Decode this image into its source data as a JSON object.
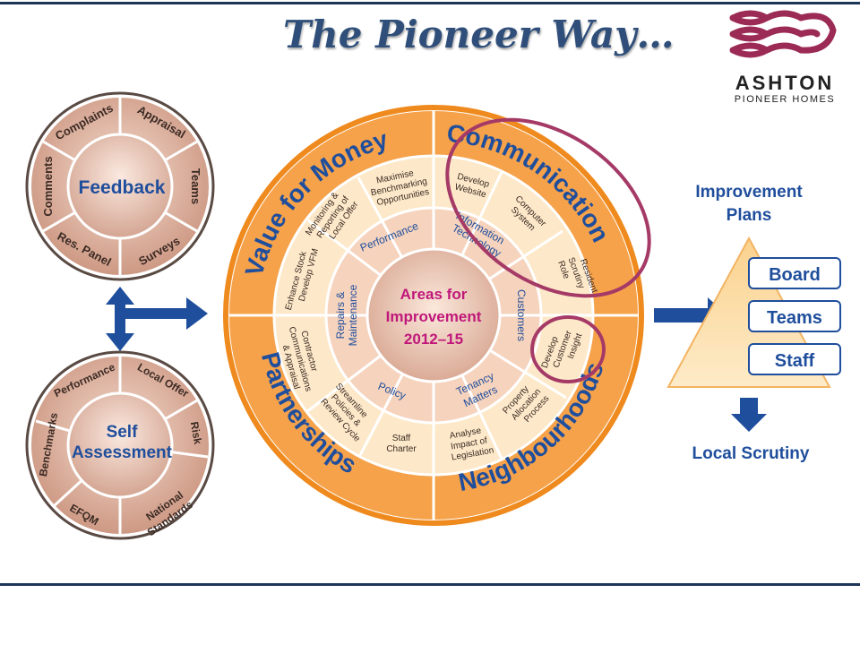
{
  "title": "The Pioneer Way…",
  "logo": {
    "name": "ASHTON",
    "sub": "PIONEER HOMES"
  },
  "feedback": {
    "center": "Feedback",
    "segments": [
      "Complaints",
      "Appraisal",
      "Teams",
      "Surveys",
      "Res. Panel",
      "Comments"
    ]
  },
  "self_assessment": {
    "center_line1": "Self",
    "center_line2": "Assessment",
    "segments": [
      "Performance",
      "Local Offer",
      "Risk",
      "National",
      "Standards",
      "EFQM",
      "Benchmarks"
    ]
  },
  "wheel": {
    "center": [
      "Areas for",
      "Improvement",
      "2012–15"
    ],
    "outer": {
      "value_for_money": "Value for Money",
      "communication": "Communication",
      "partnerships": "Partnerships",
      "neighbourhoods": "Neighbourhoods"
    },
    "inner": {
      "performance": "Performance",
      "it_1": "Information",
      "it_2": "Technology",
      "customers": "Customers",
      "tenancy_1": "Tenancy",
      "tenancy_2": "Matters",
      "policy": "Policy",
      "repairs_1": "Repairs &",
      "repairs_2": "Maintenance"
    },
    "middle": {
      "maximise": [
        "Maximise",
        "Benchmarking",
        "Opportunities"
      ],
      "monitoring": [
        "Monitoring &",
        "Reporting of",
        "Local Offer"
      ],
      "enhance": [
        "Enhance Stock",
        "Develop VFM"
      ],
      "contractor": [
        "Contractor",
        "Communications",
        "& Appraisal"
      ],
      "streamline": [
        "Streamline",
        "Policies &",
        "Review Cycle"
      ],
      "staff_charter": [
        "Staff",
        "Charter"
      ],
      "analyse": [
        "Analyse",
        "Impact of",
        "Legislation"
      ],
      "property": [
        "Property",
        "Allocation",
        "Process"
      ],
      "insight": [
        "Develop",
        "Customer",
        "Insight"
      ],
      "scrutiny": [
        "Resident",
        "Scrutiny",
        "Role"
      ],
      "computer": [
        "Computer",
        "System"
      ],
      "website": [
        "Develop",
        "Website"
      ]
    }
  },
  "improvement": {
    "title_line1": "Improvement",
    "title_line2": "Plans",
    "board": "Board",
    "teams": "Teams",
    "staff": "Staff",
    "footer": "Local Scrutiny"
  },
  "colors": {
    "navy": "#1d3557",
    "blue": "#1f4e9c",
    "orange": "#f08a24",
    "maroon": "#9b2a55",
    "cream": "#fde6c4"
  }
}
